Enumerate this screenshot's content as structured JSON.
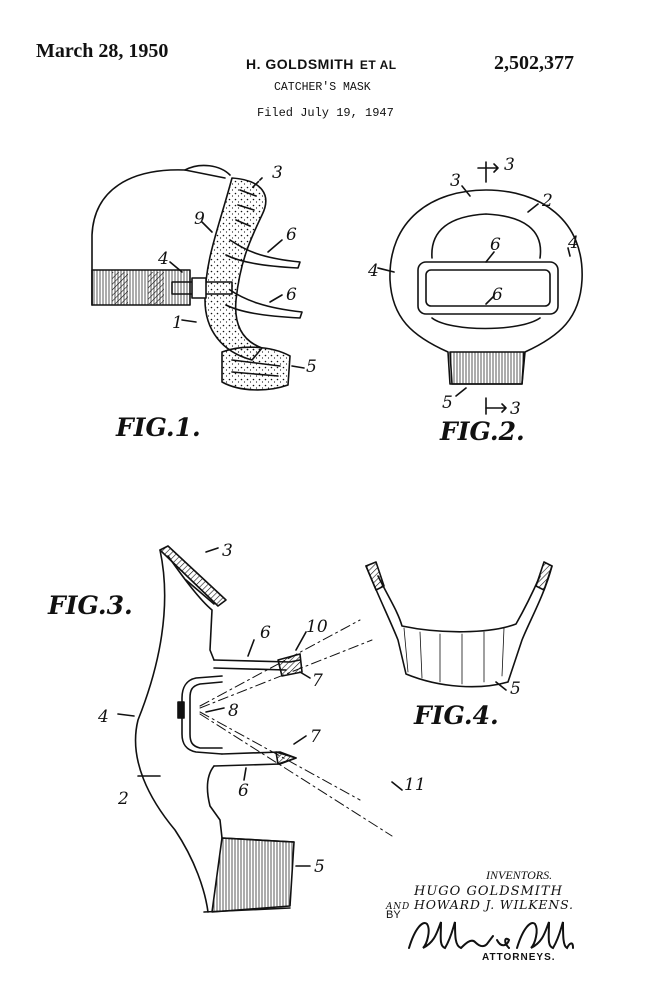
{
  "header": {
    "date": "March 28, 1950",
    "inventor": "H. GOLDSMITH",
    "et_al": "ET AL",
    "patent_number": "2,502,377",
    "title": "CATCHER'S MASK",
    "filed": "Filed July 19, 1947"
  },
  "figures": {
    "fig1": "FIG.1.",
    "fig2": "FIG.2.",
    "fig3": "FIG.3.",
    "fig4": "FIG.4."
  },
  "refs": {
    "fig1": [
      "3",
      "9",
      "6",
      "4",
      "6",
      "1",
      "5"
    ],
    "fig2": [
      "3",
      "3",
      "2",
      "6",
      "4",
      "4",
      "6",
      "5",
      "3"
    ],
    "fig3": [
      "3",
      "6",
      "10",
      "7",
      "4",
      "8",
      "7",
      "2",
      "6",
      "11",
      "5"
    ],
    "fig4": [
      "5"
    ]
  },
  "inventors": {
    "label": "INVENTORS.",
    "name1": "HUGO GOLDSMITH",
    "and": "AND",
    "name2": "HOWARD J. WILKENS.",
    "by": "BY",
    "attorney_signature": "Allen & Allen",
    "attorneys_label": "ATTORNEYS."
  }
}
